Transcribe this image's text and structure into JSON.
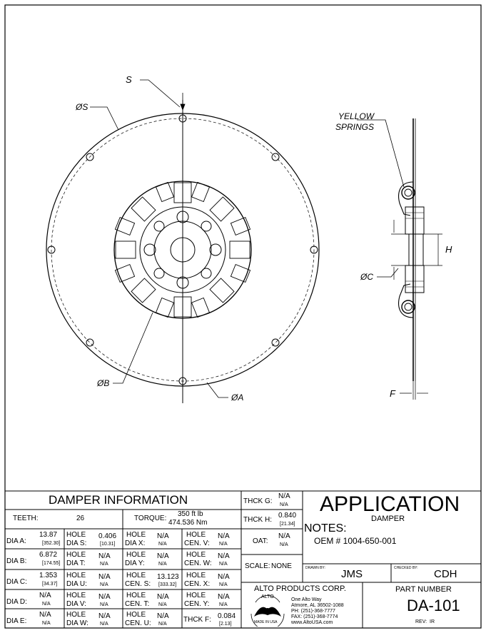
{
  "drawing": {
    "label_s": "S",
    "label_dia_s": "ØS",
    "label_dia_b": "ØB",
    "label_dia_a": "ØA",
    "label_dia_c": "ØC",
    "label_h": "H",
    "label_f": "F",
    "label_springs_1": "YELLOW",
    "label_springs_2": "SPRINGS"
  },
  "info": {
    "title": "DAMPER INFORMATION",
    "teeth_label": "TEETH:",
    "teeth_value": "26",
    "torque_label": "TORQUE:",
    "torque_value_1": "350 ft lb",
    "torque_value_2": "474.536 Nm",
    "rows": [
      {
        "dia_label": "DIA A:",
        "dia_value": "13.87",
        "dia_mm": "[352.30]",
        "c2_label_1": "HOLE",
        "c2_label_2": "DIA S:",
        "c2_value": "0.406",
        "c2_mm": "[10.31]",
        "c3_label_1": "HOLE",
        "c3_label_2": "DIA X:",
        "c3_value": "N/A",
        "c3_sub": "N/A",
        "c4_label_1": "HOLE",
        "c4_label_2": "CEN. V:",
        "c4_value": "N/A",
        "c4_sub": "N/A"
      },
      {
        "dia_label": "DIA B:",
        "dia_value": "6.872",
        "dia_mm": "[174.55]",
        "c2_label_1": "HOLE",
        "c2_label_2": "DIA T:",
        "c2_value": "N/A",
        "c2_mm": "N/A",
        "c3_label_1": "HOLE",
        "c3_label_2": "DIA Y:",
        "c3_value": "N/A",
        "c3_sub": "N/A",
        "c4_label_1": "HOLE",
        "c4_label_2": "CEN. W:",
        "c4_value": "N/A",
        "c4_sub": "N/A"
      },
      {
        "dia_label": "DIA C:",
        "dia_value": "1.353",
        "dia_mm": "[34.37]",
        "c2_label_1": "HOLE",
        "c2_label_2": "DIA U:",
        "c2_value": "N/A",
        "c2_mm": "N/A",
        "c3_label_1": "HOLE",
        "c3_label_2": "CEN. S:",
        "c3_value": "13.123",
        "c3_sub": "[333.32]",
        "c4_label_1": "HOLE",
        "c4_label_2": "CEN. X:",
        "c4_value": "N/A",
        "c4_sub": "N/A"
      },
      {
        "dia_label": "DIA D:",
        "dia_value": "N/A",
        "dia_mm": "N/A",
        "c2_label_1": "HOLE",
        "c2_label_2": "DIA V:",
        "c2_value": "N/A",
        "c2_mm": "N/A",
        "c3_label_1": "HOLE",
        "c3_label_2": "CEN. T:",
        "c3_value": "N/A",
        "c3_sub": "N/A",
        "c4_label_1": "HOLE",
        "c4_label_2": "CEN. Y:",
        "c4_value": "N/A",
        "c4_sub": "N/A"
      },
      {
        "dia_label": "DIA E:",
        "dia_value": "N/A",
        "dia_mm": "N/A",
        "c2_label_1": "HOLE",
        "c2_label_2": "DIA W:",
        "c2_value": "N/A",
        "c2_mm": "N/A",
        "c3_label_1": "HOLE",
        "c3_label_2": "CEN. U:",
        "c3_value": "N/A",
        "c3_sub": "N/A",
        "c4_label": "THCK F:",
        "c4_value": "0.084",
        "c4_sub": "[2.13]"
      }
    ],
    "thck_g_label": "THCK G:",
    "thck_g_value": "N/A",
    "thck_g_sub": "N/A",
    "thck_h_label": "THCK H:",
    "thck_h_value": "0.840",
    "thck_h_sub": "[21.34]",
    "oat_label": "OAT:",
    "oat_value": "N/A",
    "oat_sub": "N/A",
    "scale_label": "SCALE:",
    "scale_value": "NONE"
  },
  "application": {
    "title": "APPLICATION",
    "subtitle": "DAMPER",
    "notes_label": "NOTES:",
    "oem": "OEM # 1004-650-001"
  },
  "titleblock": {
    "drawn_by_label": "DRAWN BY:",
    "drawn_by": "JMS",
    "checked_by_label": "CHECKED BY:",
    "checked_by": "CDH",
    "company": "ALTO PRODUCTS CORP.",
    "address_1": "One Alto Way",
    "address_2": "Atmore, AL  36502-1088",
    "phone": "PH:  (251)-368-7777",
    "fax": "FAX:  (251)-368-7774",
    "web": "www.AltoUSA.com",
    "logo_top": "ALTO",
    "logo_bottom": "MADE IN USA",
    "part_number_label": "PART NUMBER",
    "part_number": "DA-101",
    "rev_label": "REV:",
    "rev": "IR"
  }
}
